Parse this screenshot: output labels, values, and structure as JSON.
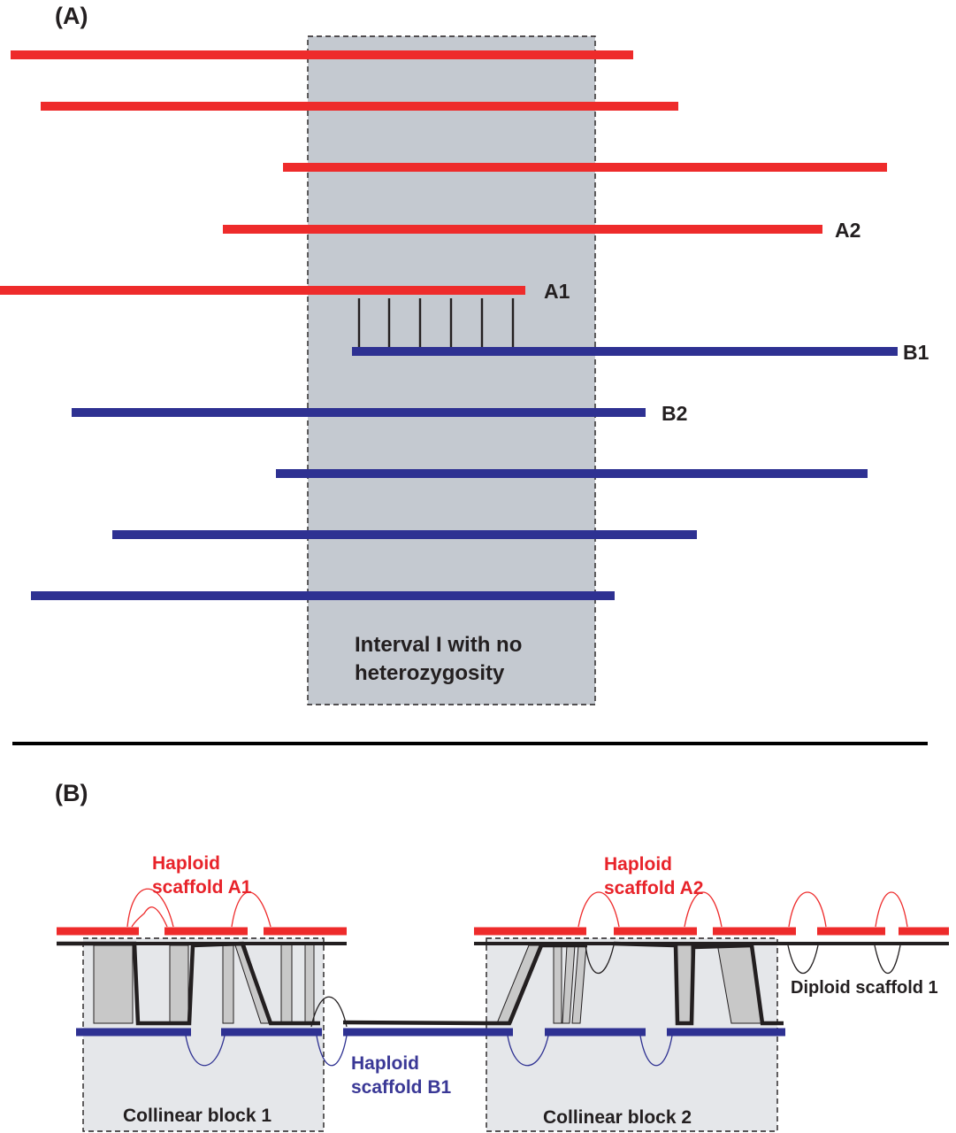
{
  "panel_a": {
    "label": "(A)",
    "interval_label": [
      "Interval I with no",
      "heterozygosity"
    ],
    "read_labels": {
      "a1": "A1",
      "a2": "A2",
      "b1": "B1",
      "b2": "B2"
    }
  },
  "panel_b": {
    "label": "(B)",
    "haploid_a1": [
      "Haploid",
      "scaffold A1"
    ],
    "haploid_a2": [
      "Haploid",
      "scaffold A2"
    ],
    "haploid_b1": [
      "Haploid",
      "scaffold B1"
    ],
    "diploid": "Diploid scaffold 1",
    "block1": "Collinear block 1",
    "block2": "Collinear block 2"
  },
  "colors": {
    "haplotype_a": "#ee2b2b",
    "haplotype_b": "#2e3192",
    "interval_fill": "#c4c9d0",
    "block_fill": "#e5e7ea",
    "tile_fill": "#c8c8c8",
    "text": "#231f20",
    "text_a": "#e8232a",
    "text_b": "#3a3896"
  }
}
